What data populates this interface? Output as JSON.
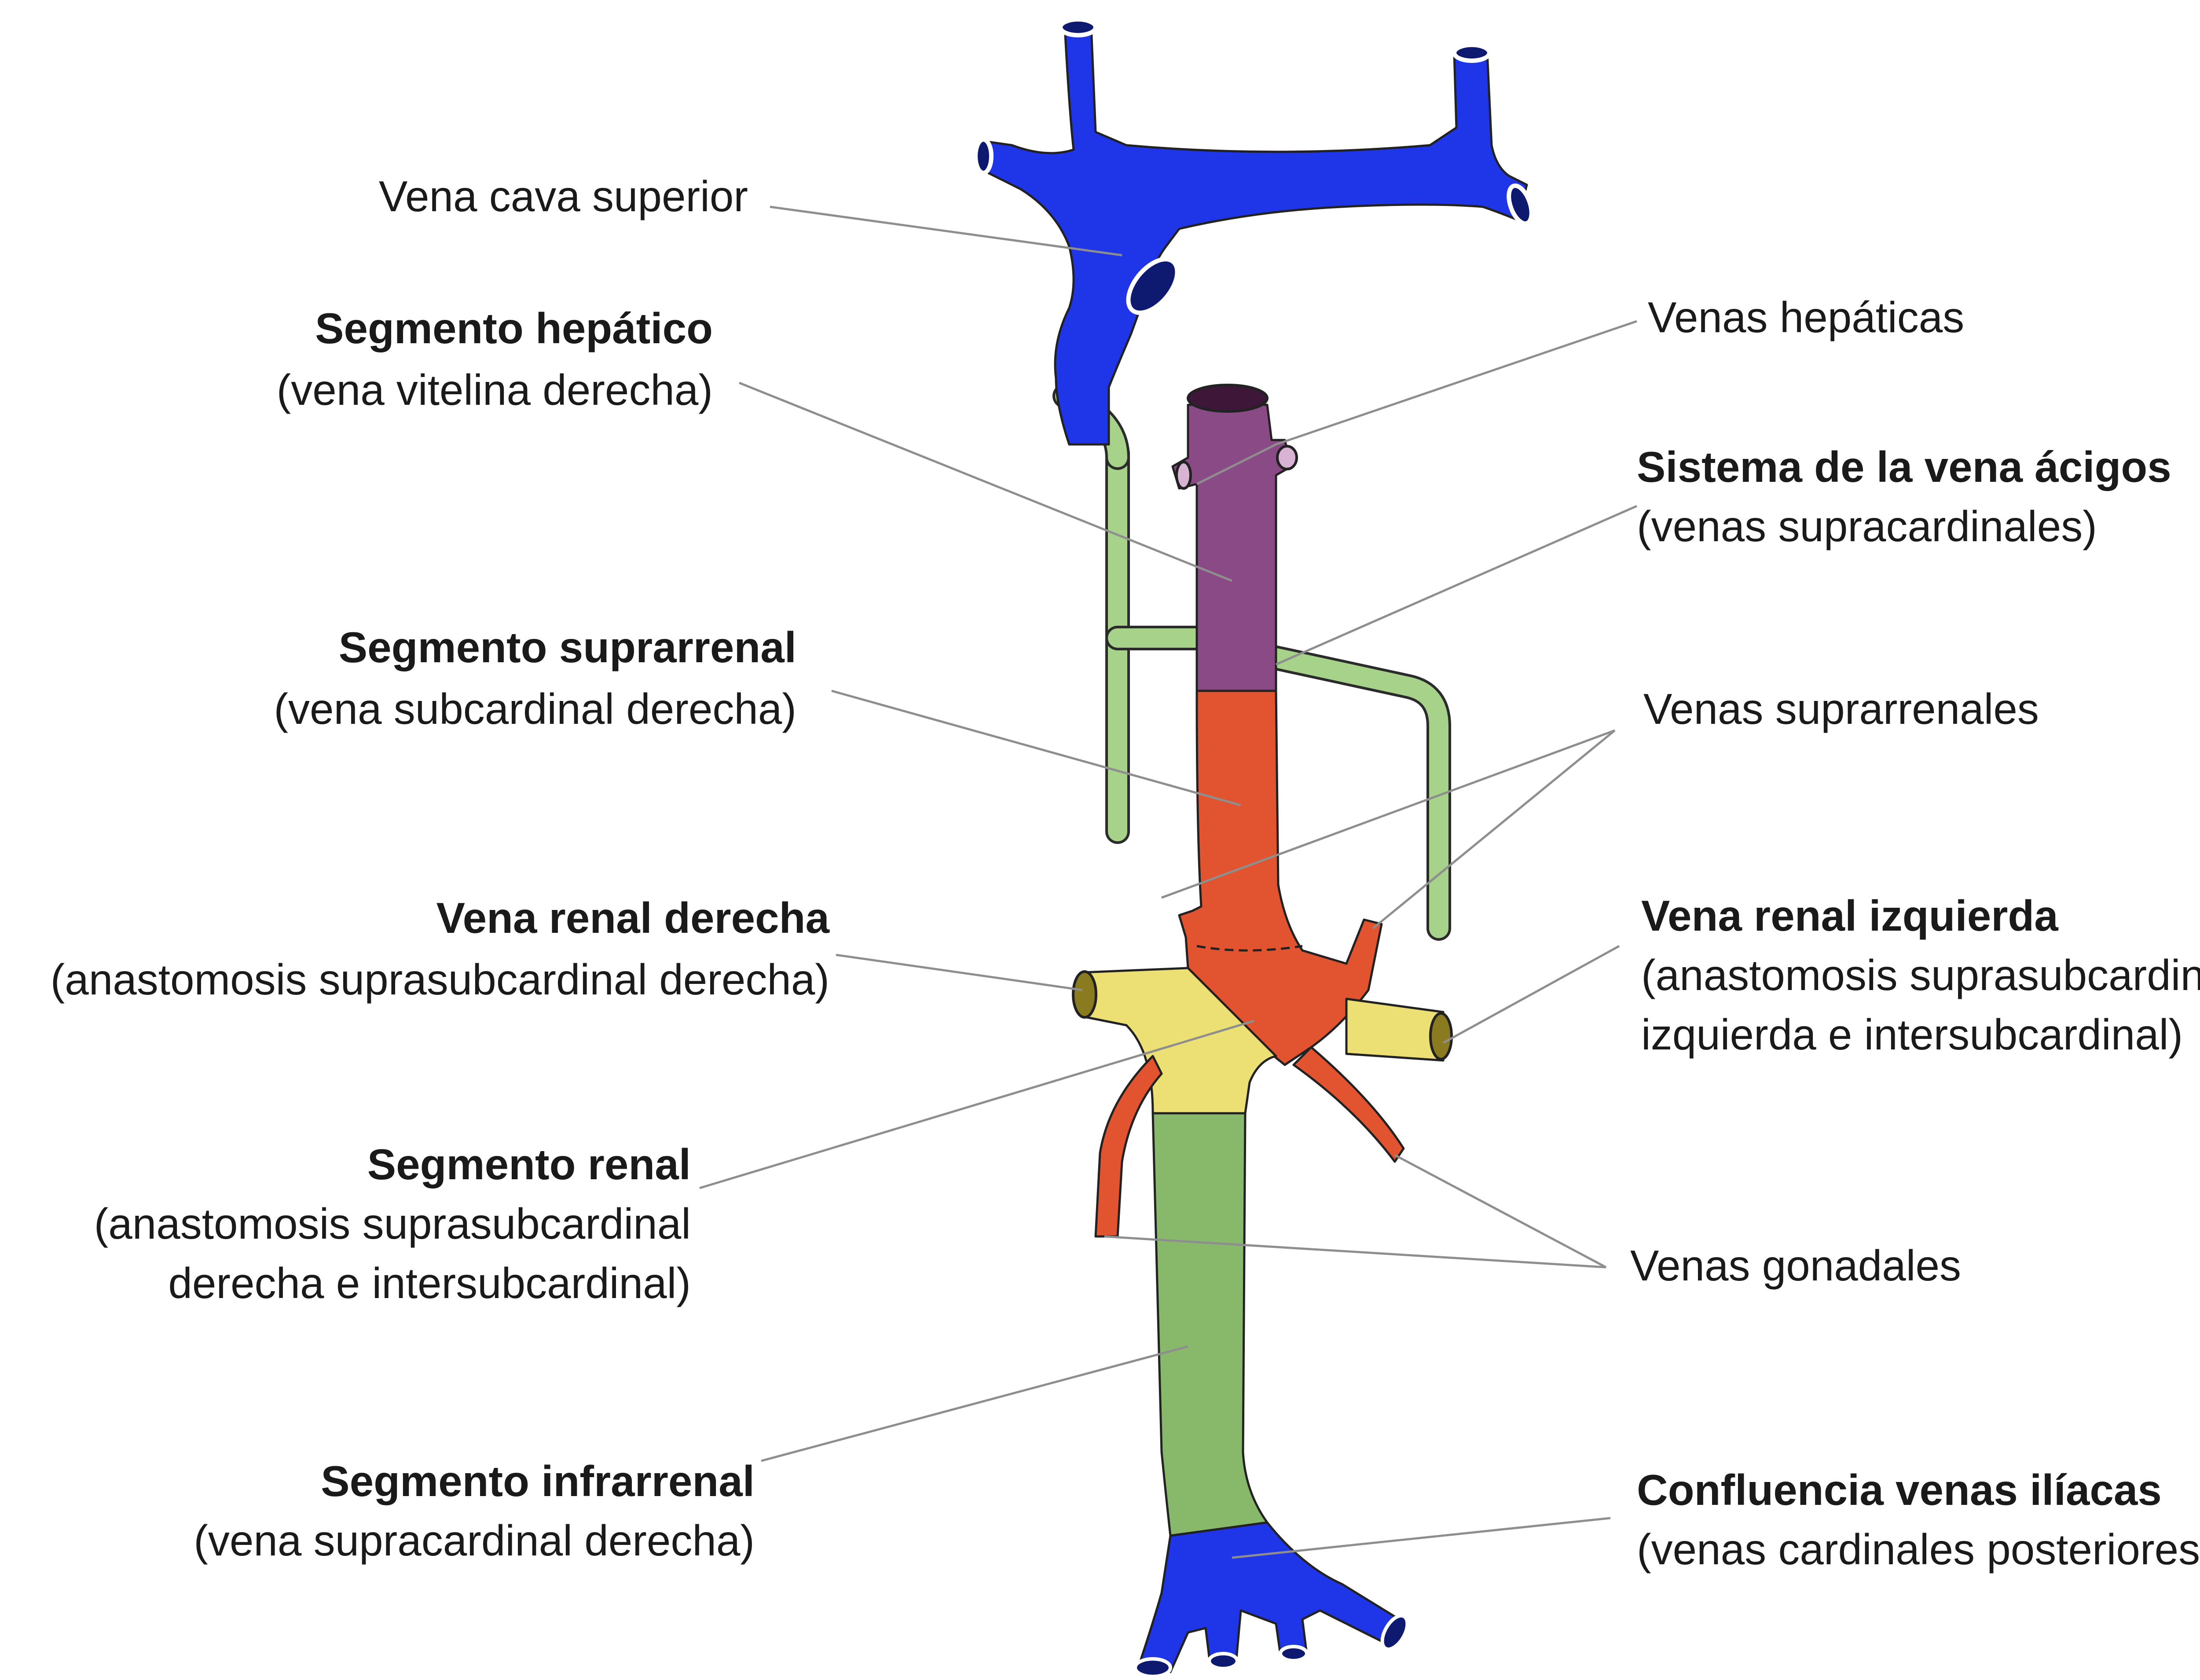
{
  "colors": {
    "blue": "#1f35e8",
    "purple": "#8a4a86",
    "orange": "#e2542f",
    "yellow": "#ece074",
    "green": "#88b96a",
    "light_green": "#a6d28a",
    "leader": "#8e8e8e"
  },
  "labels": {
    "vena_cava_superior": {
      "title": "Vena cava superior"
    },
    "segmento_hepatico": {
      "title": "Segmento hepático",
      "subtitle": "(vena vitelina derecha)"
    },
    "segmento_suprarrenal": {
      "title": "Segmento suprarrenal",
      "subtitle": "(vena subcardinal derecha)"
    },
    "vena_renal_derecha": {
      "title": "Vena renal derecha",
      "subtitle": "(anastomosis suprasubcardinal derecha)"
    },
    "segmento_renal": {
      "title": "Segmento renal",
      "subtitle_1": "(anastomosis suprasubcardinal",
      "subtitle_2": "derecha e intersubcardinal)"
    },
    "segmento_infrarrenal": {
      "title": "Segmento infrarrenal",
      "subtitle": "(vena supracardinal derecha)"
    },
    "venas_hepaticas": {
      "title": "Venas hepáticas"
    },
    "sistema_acigos": {
      "title": "Sistema de la vena ácigos",
      "subtitle": "(venas supracardinales)"
    },
    "venas_suprarrenales": {
      "title": "Venas suprarrenales"
    },
    "vena_renal_izquierda": {
      "title": "Vena renal izquierda",
      "subtitle_1": "(anastomosis suprasubcardinal",
      "subtitle_2": "izquierda e intersubcardinal)"
    },
    "venas_gonadales": {
      "title": "Venas gonadales"
    },
    "confluencia_iliacas": {
      "title": "Confluencia venas ilíacas",
      "subtitle": "(venas cardinales posteriores)"
    }
  }
}
